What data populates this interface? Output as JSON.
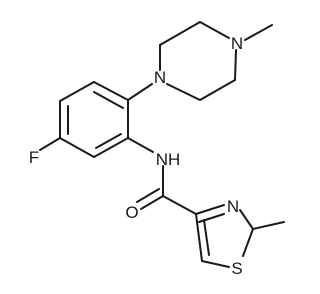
{
  "structure": {
    "atom_labels": {
      "n_methyl": "N",
      "n_aryl": "N",
      "fluorine": "F",
      "amide_nh": "NH",
      "carbonyl_o": "O",
      "thiazole_n": "N",
      "thiazole_s": "S"
    }
  },
  "colors": {
    "bond": "#1a1a1a",
    "background": "#ffffff"
  }
}
